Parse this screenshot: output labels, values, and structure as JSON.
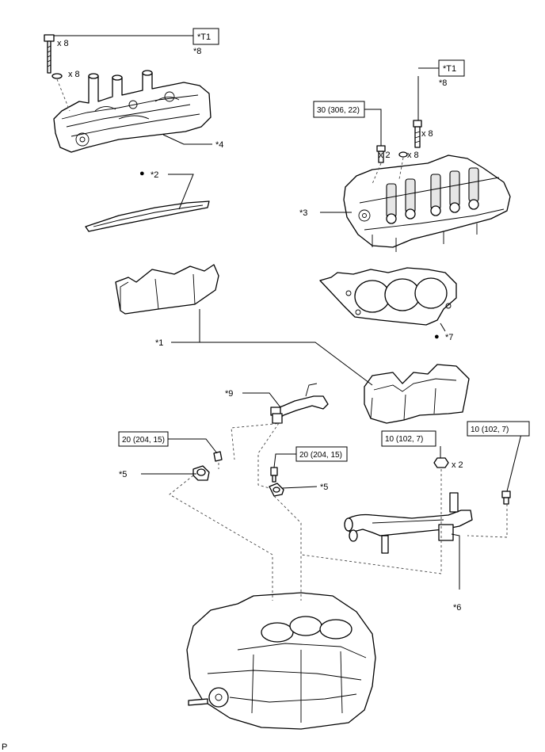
{
  "callouts": {
    "t1_left": "*T1",
    "t1_right": "*T1",
    "star8_left": "*8",
    "star8_right": "*8",
    "star1": "*1",
    "star2": "*2",
    "star3": "*3",
    "star4": "*4",
    "star5_left": "*5",
    "star5_right": "*5",
    "star6": "*6",
    "star7": "*7",
    "star9": "*9",
    "page_code": "P"
  },
  "quantities": {
    "bolt_left_x8": "x 8",
    "washer_left_x8": "x 8",
    "bolt_right_x8": "x 8",
    "washer_right_x8": "x 8",
    "bolt_right_x2": "x 2",
    "nut_x2": "x 2"
  },
  "torque": {
    "head_bolt": "30 (306, 22)",
    "knock_sensor_left": "20 (204, 15)",
    "knock_sensor_right": "20 (204, 15)",
    "water_pipe_nut": "10 (102, 7)",
    "water_pipe_bolt": "10 (102, 7)"
  },
  "markers": {
    "non_reusable_dot": "●"
  }
}
